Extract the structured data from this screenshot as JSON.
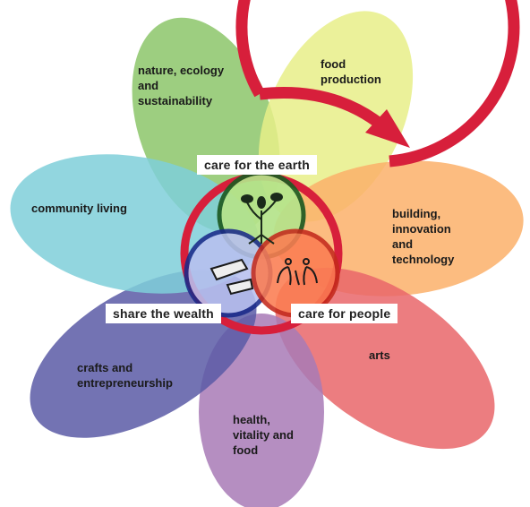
{
  "petals": [
    {
      "id": "nature",
      "label": "nature, ecology\nand\nsustainability",
      "color": "#8cc56a"
    },
    {
      "id": "food",
      "label": "food\nproduction",
      "color": "#e8ee88"
    },
    {
      "id": "building",
      "label": "building,\ninnovation\nand\ntechnology",
      "color": "#fbb06a"
    },
    {
      "id": "arts",
      "label": "arts",
      "color": "#e9666a"
    },
    {
      "id": "health",
      "label": "health,\nvitality and\nfood",
      "color": "#a87ab6"
    },
    {
      "id": "crafts",
      "label": "crafts and\nentrepreneurship",
      "color": "#5b5aa6"
    },
    {
      "id": "community",
      "label": "community living",
      "color": "#7fcfd9"
    }
  ],
  "ethics": {
    "earth": {
      "label": "care for the earth",
      "color": "#b5e38a",
      "ring": "#1e5a22"
    },
    "people": {
      "label": "care for people",
      "color": "#fb7d52",
      "ring": "#c42a1c"
    },
    "wealth": {
      "label": "share the wealth",
      "color": "#b8c0ef",
      "ring": "#1a2a8a"
    }
  },
  "cycle_arrow_color": "#d71f3b",
  "icons": [
    "tree-icon",
    "people-icon",
    "cake-slice-icon"
  ]
}
